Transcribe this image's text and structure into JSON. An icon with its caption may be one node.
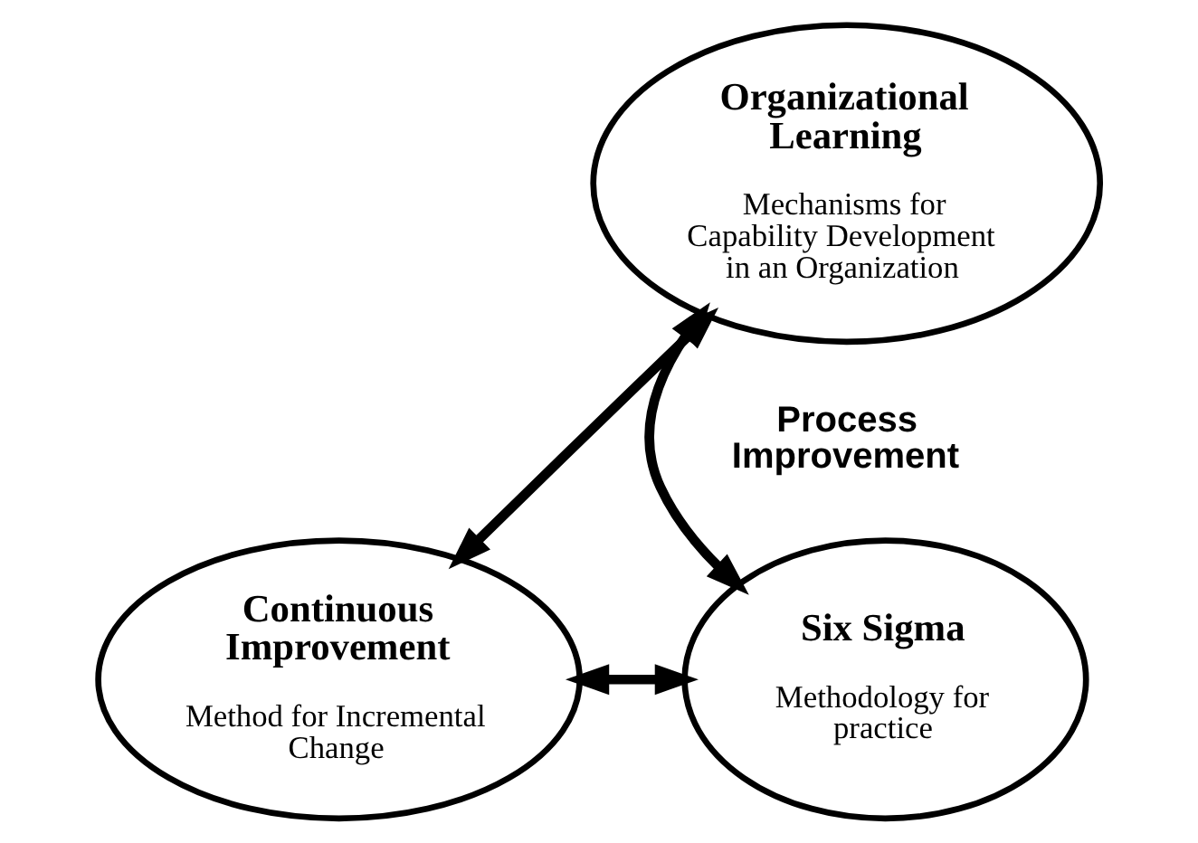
{
  "diagram": {
    "nodes": [
      {
        "text": [
          "Organizational Learning",
          "Mechanisms for Capability Development in an Organization"
        ]
      },
      {
        "text": [
          "Continuous Improvement",
          "Method for Incremental Change"
        ]
      },
      {
        "text": [
          "Six Sigma",
          "Methodology for practice"
        ]
      }
    ],
    "edges": [
      {
        "from": 0,
        "to": 1,
        "arrow": "both"
      },
      {
        "from": 0,
        "to": 2,
        "arrow": "both"
      },
      {
        "from": 1,
        "to": 2,
        "arrow": "both"
      }
    ],
    "labels": [
      "Process Improvement"
    ]
  }
}
